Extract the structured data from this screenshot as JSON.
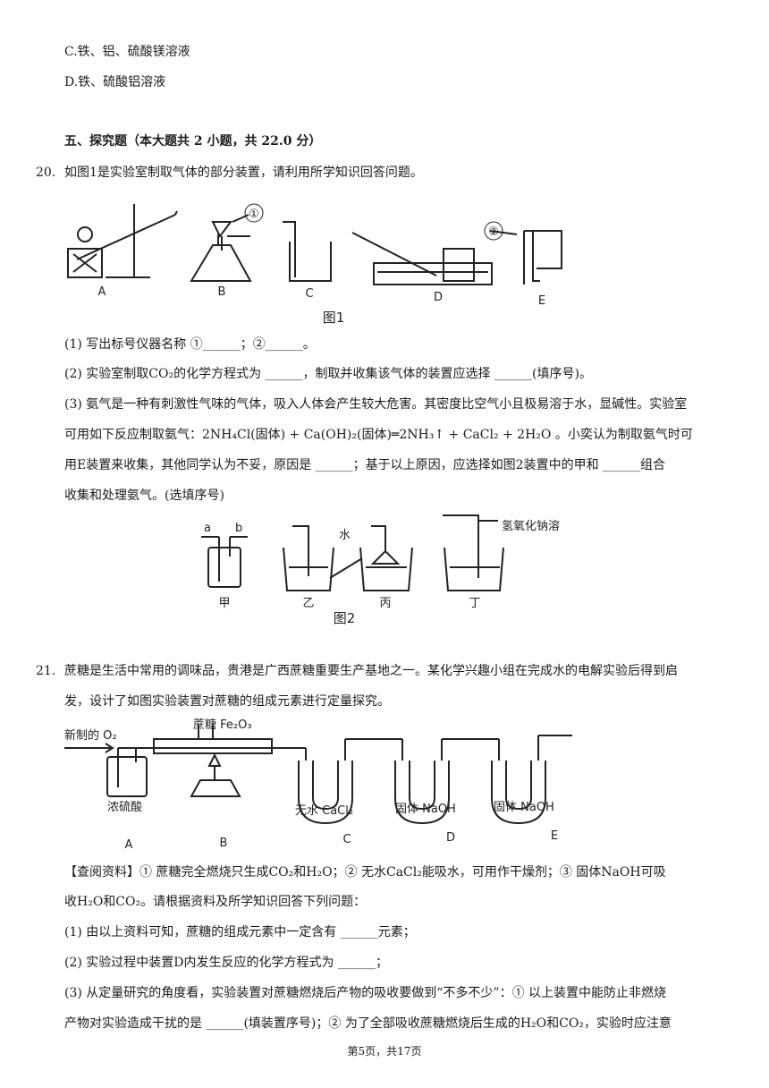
{
  "q19_options": {
    "c": "C.铁、铝、硫酸镁溶液",
    "d": "D.铁、硫酸铝溶液"
  },
  "section5": {
    "title": "五、探究题（本大题共 2 小题，共 22.0 分）"
  },
  "q20": {
    "num": "20.",
    "stem": "如图1是实验室制取气体的部分装置，请利用所学知识回答问题。",
    "fig1": {
      "labels": [
        "A",
        "B",
        "C",
        "D",
        "E"
      ],
      "marks": [
        "①",
        "②"
      ],
      "caption": "图1"
    },
    "p1": "(1) 写出标号仪器名称 ①______；②______。",
    "p2": "(2) 实验室制取CO₂的化学方程式为 ______，制取并收集该气体的装置应选择 ______(填序号)。",
    "p3a": "(3) 氨气是一种有刺激性气味的气体，吸入人体会产生较大危害。其密度比空气小且极易溶于水，显碱性。实验室",
    "p3b": "可用如下反应制取氨气：2NH₄Cl(固体) + Ca(OH)₂(固体)═2NH₃↑ + CaCl₂ + 2H₂O 。小奕认为制取氨气时可",
    "p3c": "用E装置来收集，其他同学认为不妥，原因是 ______；基于以上原因，应选择如图2装置中的甲和 ______组合",
    "p3d": "收集和处理氨气。(选填序号)",
    "fig2": {
      "labels": [
        "甲",
        "乙",
        "丙",
        "丁"
      ],
      "ab": [
        "a",
        "b"
      ],
      "water": "水",
      "naoh": "氢氧化钠溶",
      "caption": "图2"
    }
  },
  "q21": {
    "num": "21.",
    "stem1": "蔗糖是生活中常用的调味品，贵港是广西蔗糖重要生产基地之一。某化学兴趣小组在完成水的电解实验后得到启",
    "stem2": "发，设计了如图实验装置对蔗糖的组成元素进行定量探究。",
    "fig": {
      "o2": "新制的 O₂",
      "sucrose": "蔗糖 Fe₂O₃",
      "acid": "浓硫酸",
      "cacl2": "无水 CaCl₂",
      "naoh1": "固体 NaOH",
      "naoh2": "固体 NaOH",
      "labels": [
        "A",
        "B",
        "C",
        "D",
        "E"
      ]
    },
    "r1": "【查阅资料】① 蔗糖完全燃烧只生成CO₂和H₂O；② 无水CaCl₂能吸水，可用作干燥剂；③ 固体NaOH可吸",
    "r2": "收H₂O和CO₂。请根据资料及所学知识回答下列问题：",
    "p1": "(1) 由以上资料可知，蔗糖的组成元素中一定含有 ______元素；",
    "p2": "(2) 实验过程中装置D内发生反应的化学方程式为 ______；",
    "p3a": "(3) 从定量研究的角度看，实验装置对蔗糖燃烧后产物的吸收要做到“不多不少”：① 以上装置中能防止非燃烧",
    "p3b": "产物对实验造成干扰的是 ______(填装置序号)；② 为了全部吸收蔗糖燃烧后生成的H₂O和CO₂，实验时应注意"
  },
  "footer": "第5页，共17页"
}
